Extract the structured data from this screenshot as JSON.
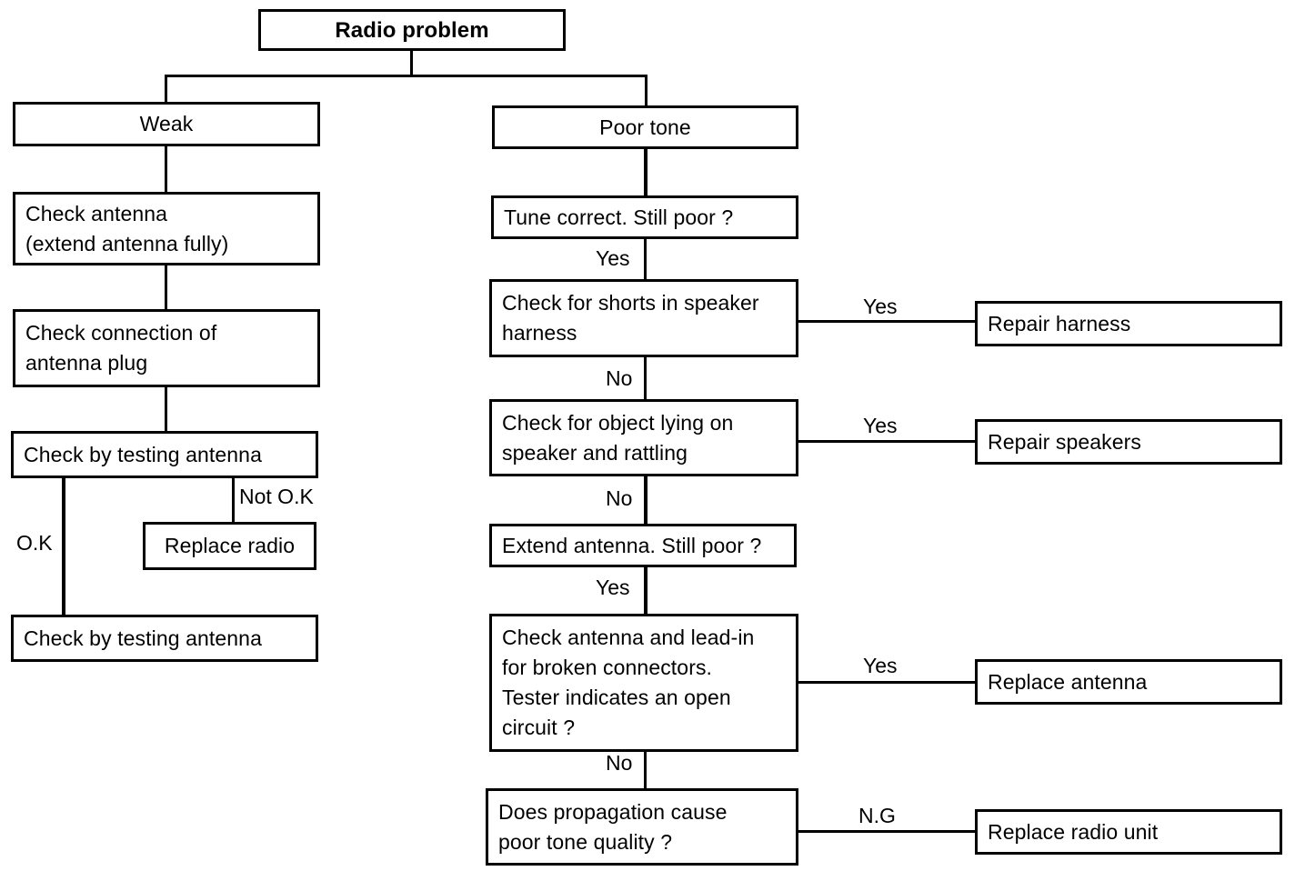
{
  "diagram": {
    "title": "Radio problem",
    "type": "troubleshooting-flowchart",
    "nodes": {
      "root": "Radio problem",
      "weak": "Weak",
      "poor_tone": "Poor tone",
      "check_antenna_l1": "Check antenna",
      "check_antenna_l2": "(extend antenna fully)",
      "check_connection_l1": "Check connection of",
      "check_connection_l2": "antenna plug",
      "check_testing_1": "Check by testing antenna",
      "replace_radio": "Replace radio",
      "check_testing_2": "Check by testing antenna",
      "tune_correct": "Tune correct. Still poor ?",
      "check_shorts_l1": "Check for shorts in speaker",
      "check_shorts_l2": "harness",
      "repair_harness": "Repair harness",
      "check_object_l1": "Check for object lying on",
      "check_object_l2": "speaker and rattling",
      "repair_speakers": "Repair speakers",
      "extend_antenna": "Extend antenna. Still poor ?",
      "check_leadin_l1": "Check antenna and lead-in",
      "check_leadin_l2": "for broken connectors.",
      "check_leadin_l3": "Tester indicates an open",
      "check_leadin_l4": "circuit ?",
      "replace_antenna": "Replace antenna",
      "propagation_l1": "Does propagation cause",
      "propagation_l2": "poor tone quality ?",
      "replace_radio_unit": "Replace radio unit"
    },
    "edge_labels": {
      "ok": "O.K",
      "not_ok": "Not O.K",
      "yes_tune": "Yes",
      "yes_shorts": "Yes",
      "no_shorts": "No",
      "yes_object": "Yes",
      "no_object": "No",
      "yes_extend": "Yes",
      "yes_leadin": "Yes",
      "no_leadin": "No",
      "ng_propagation": "N.G"
    },
    "colors": {
      "stroke": "#000000",
      "fill": "#ffffff",
      "text": "#000000"
    }
  }
}
